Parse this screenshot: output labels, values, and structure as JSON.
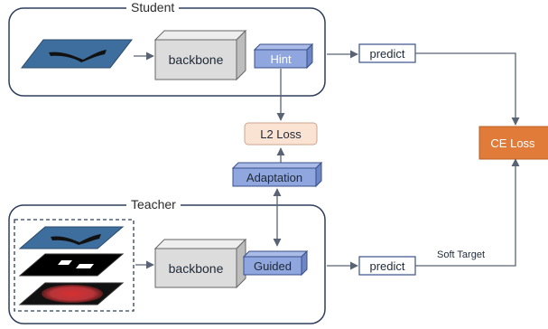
{
  "groups": {
    "student": "Student",
    "teacher": "Teacher"
  },
  "student": {
    "backbone": "backbone",
    "hint": "Hint",
    "predict": "predict"
  },
  "teacher": {
    "backbone": "backbone",
    "guided": "Guided",
    "predict": "predict"
  },
  "middle": {
    "l2_loss": "L2 Loss",
    "adaptation": "Adaptation"
  },
  "output": {
    "ce_loss": "CE Loss",
    "soft_target": "Soft Target"
  },
  "colors": {
    "frame": "#2f3e5c",
    "blue_box": "#8fa6de",
    "blue_box_edge": "#3a4f8a",
    "gray_box": "#dcdcdc",
    "l2_fill": "#fbe3d4",
    "ce_fill": "#e07b39",
    "arrow": "#5a6373",
    "image_blue": "#3d6e9e"
  }
}
